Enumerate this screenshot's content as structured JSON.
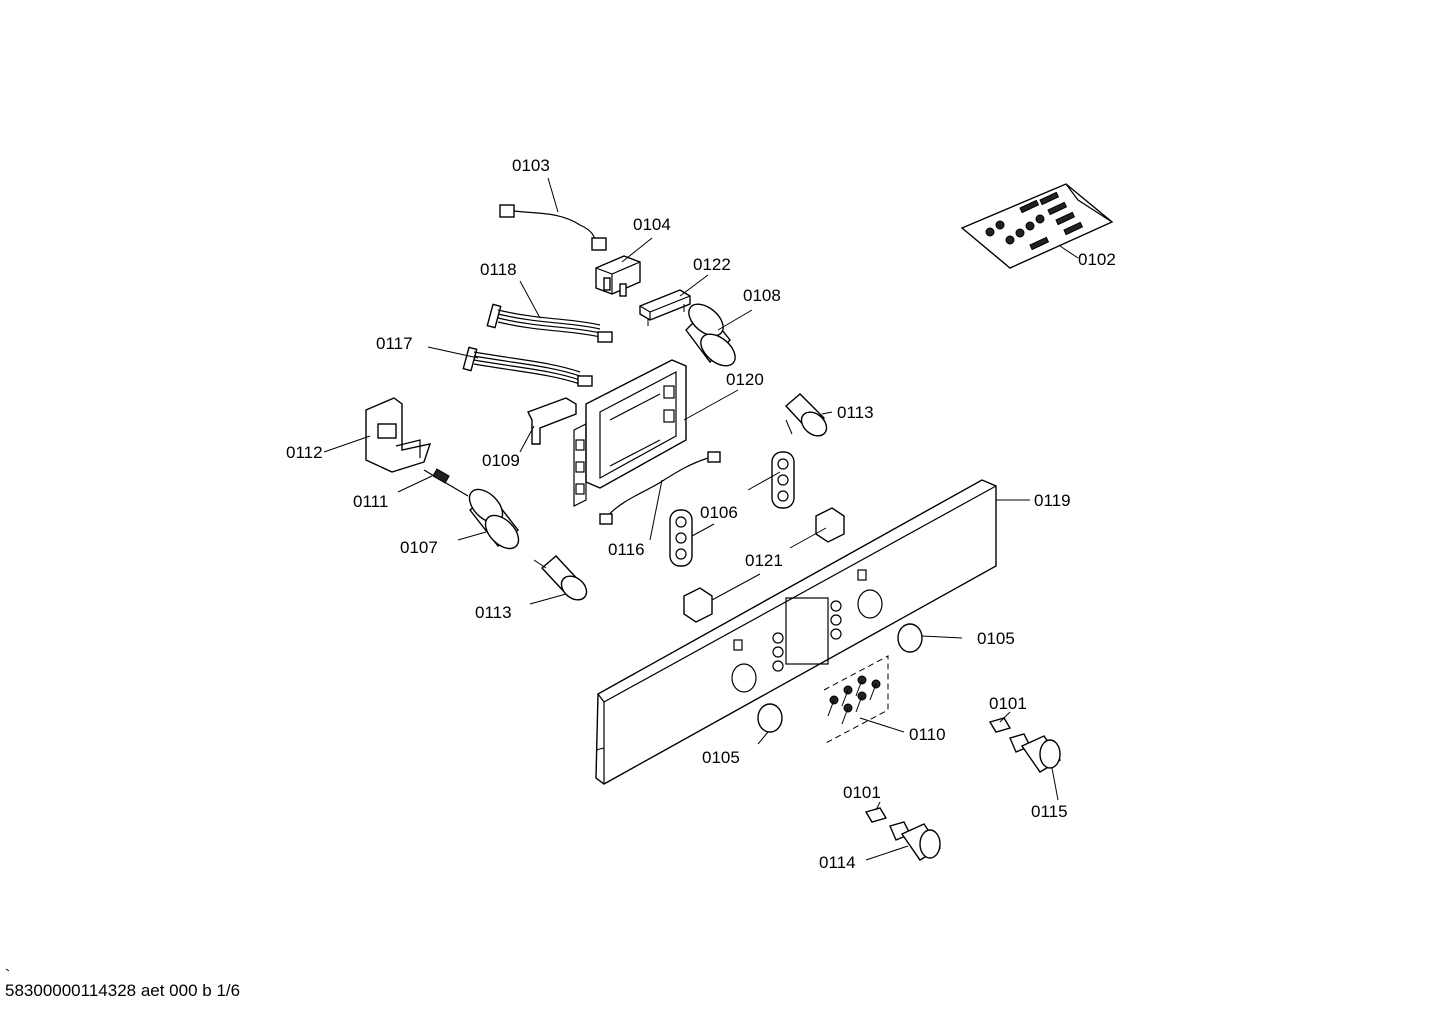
{
  "labels": {
    "p0101a": "0101",
    "p0101b": "0101",
    "p0102": "0102",
    "p0103": "0103",
    "p0104": "0104",
    "p0105a": "0105",
    "p0105b": "0105",
    "p0106": "0106",
    "p0107": "0107",
    "p0108": "0108",
    "p0109": "0109",
    "p0110": "0110",
    "p0111": "0111",
    "p0112": "0112",
    "p0113a": "0113",
    "p0113b": "0113",
    "p0114": "0114",
    "p0115": "0115",
    "p0116": "0116",
    "p0117": "0117",
    "p0118": "0118",
    "p0119": "0119",
    "p0120": "0120",
    "p0121": "0121",
    "p0122": "0122"
  },
  "footer": "58300000114328 aet 000 b 1/6"
}
